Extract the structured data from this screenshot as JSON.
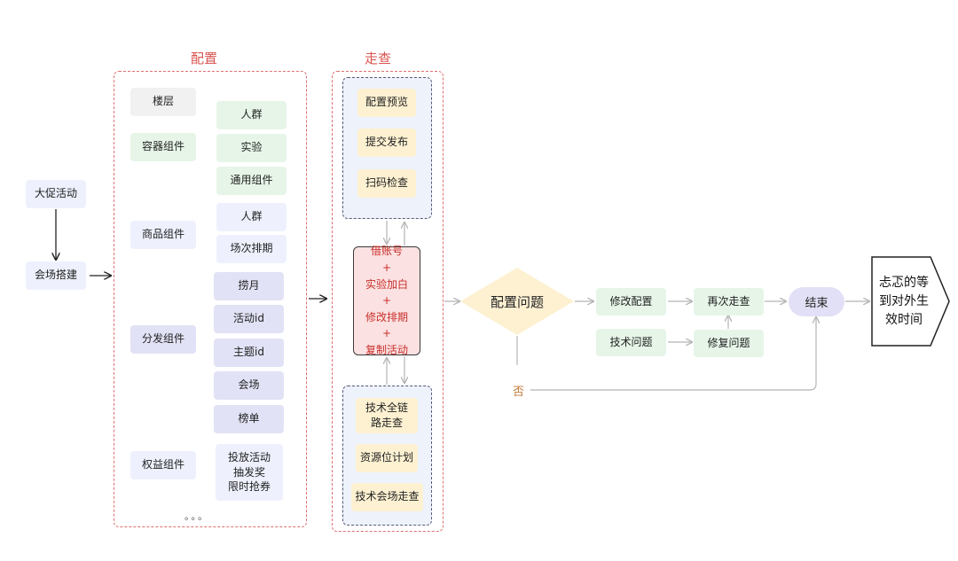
{
  "start": {
    "activity": "大促活动",
    "venue_build": "会场搭建"
  },
  "config": {
    "title": "配置",
    "floor": "楼层",
    "container": {
      "label": "容器组件",
      "items": [
        "人群",
        "实验",
        "通用组件"
      ]
    },
    "product": {
      "label": "商品组件",
      "items": [
        "人群",
        "场次排期"
      ]
    },
    "distribution": {
      "label": "分发组件",
      "items": [
        "捞月",
        "活动id",
        "主题id",
        "会场",
        "榜单"
      ]
    },
    "rights": {
      "label": "权益组件",
      "items": [
        "投放活动",
        "抽发奖",
        "限时抢券"
      ]
    },
    "more": "。。。"
  },
  "walkthrough": {
    "title": "走查",
    "steps": [
      "配置预览",
      "提交发布",
      "扫码检查"
    ],
    "account_lines": [
      "借账号",
      "+",
      "实验加白",
      "+",
      "修改排期",
      "+",
      "复制活动"
    ],
    "tech": [
      "技术全链路走查",
      "资源位计划",
      "技术会场走查"
    ]
  },
  "decision": {
    "label": "配置问题",
    "no": "否"
  },
  "fix": {
    "modify_config": "修改配置",
    "tech_issue": "技术问题",
    "recheck": "再次走查",
    "repair": "修复问题"
  },
  "end_label": "结束",
  "final_label": "忐忑的等到对外生效时间",
  "colors": {
    "section_title": "#d9534f",
    "dashed_border": "#e06f6f",
    "arrow": "#b5b5b5",
    "arrow_dark": "#222222"
  }
}
